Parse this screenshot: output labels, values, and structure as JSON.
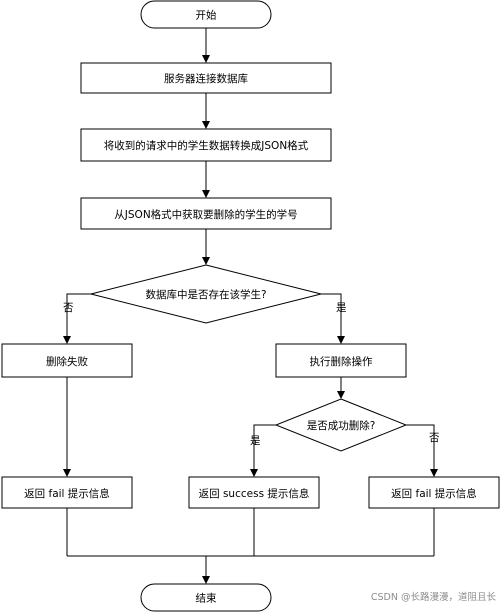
{
  "flowchart": {
    "start": "开始",
    "step_connect": "服务器连接数据库",
    "step_convert": "将收到的请求中的学生数据转换成JSON格式",
    "step_extract": "从JSON格式中获取要删除的学生的学号",
    "decision_exists": "数据库中是否存在该学生?",
    "label_no_left": "否",
    "label_yes_right": "是",
    "step_delete_fail": "删除失败",
    "step_execute_delete": "执行删除操作",
    "decision_success": "是否成功删除?",
    "label_yes_left": "是",
    "label_no_right": "否",
    "step_return_fail_left": "返回 fail 提示信息",
    "step_return_success": "返回 success 提示信息",
    "step_return_fail_right": "返回 fail 提示信息",
    "end": "结束"
  },
  "watermark": "CSDN @长路漫漫，道阻且长"
}
